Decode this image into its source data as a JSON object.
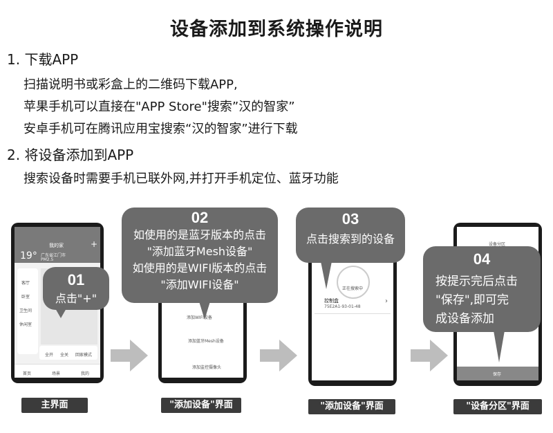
{
  "title": "设备添加到系统操作说明",
  "section1": {
    "heading": "1. 下载APP",
    "lines": [
      "扫描说明书或彩盒上的二维码下载APP,",
      "苹果手机可以直接在\"APP Store\"搜索”汉的智家”",
      "安卓手机可在腾讯应用宝搜索“汉的智家”进行下载"
    ]
  },
  "section2": {
    "heading": "2. 将设备添加到APP",
    "lines": [
      "搜索设备时需要手机已联外网,并打开手机定位、蓝牙功能"
    ]
  },
  "steps": [
    {
      "num": "01",
      "lines": [
        "点击\"+\""
      ],
      "label": "主界面"
    },
    {
      "num": "02",
      "lines": [
        "如使用的是蓝牙版本的点击",
        "\"添加蓝牙Mesh设备\"",
        "如使用的是WIFI版本的点击",
        "\"添加WIFI设备\""
      ],
      "label": "\"添加设备\"界面"
    },
    {
      "num": "03",
      "lines": [
        "点击搜索到的设备"
      ],
      "label": "\"添加设备\"界面"
    },
    {
      "num": "04",
      "lines": [
        "按提示完后点击",
        "\"保存\",即可完",
        "成设备添加"
      ],
      "label": "\"设备分区\"界面"
    }
  ],
  "screen1": {
    "home_title": "我的家",
    "plus": "+",
    "temp": "19°",
    "city": "广东省江门市",
    "aq": "PM2.5",
    "tabs": [
      "首页",
      "场景",
      "我的"
    ],
    "side": [
      "客厅",
      "卧室",
      "卫生间",
      "休闲室"
    ],
    "bottom": [
      "全开",
      "全关",
      "回家模式"
    ]
  },
  "screen2": {
    "items": [
      "添加WIFI设备",
      "添加蓝牙Mesh设备",
      "添加监控摄像头"
    ]
  },
  "screen3": {
    "searching": "正在搜索中",
    "device": "控制盒",
    "device_id": "75E2A1-93-01-48",
    "chev": "›"
  },
  "screen4": {
    "title": "设备分区",
    "save": "保存"
  },
  "colors": {
    "bubble": "#6b6b6b",
    "label": "#3b3b3b",
    "arrow": "#bdbdbd"
  }
}
